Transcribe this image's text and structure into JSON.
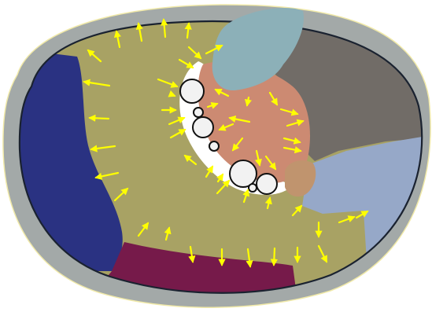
{
  "colors": {
    "background": "#ffffff",
    "outer_ring": "#a3a9a8",
    "outer_ring_stroke": "#f0e9a8",
    "inner_edge": "#1a2230",
    "olive_region": "#a8a264",
    "navy_region": "#2a3282",
    "maroon_region": "#761a4a",
    "teal_region": "#8cb0b8",
    "gray_region": "#716c67",
    "lavender_region": "#96a8c8",
    "salmon_region": "#cc8a72",
    "tan_region": "#c0946e",
    "white_zone": "#ffffff",
    "circle_fill": "#f2f2f2",
    "circle_stroke": "#111111",
    "arrow": "#ffff00"
  },
  "arrow_style": "straight yellow arrows with filled heads",
  "regions": [
    "outer-ring",
    "olive-region",
    "navy-region",
    "maroon-region",
    "teal-region",
    "gray-region",
    "lavender-region",
    "salmon-region",
    "tan-region",
    "white-zone",
    "circle-chain"
  ]
}
